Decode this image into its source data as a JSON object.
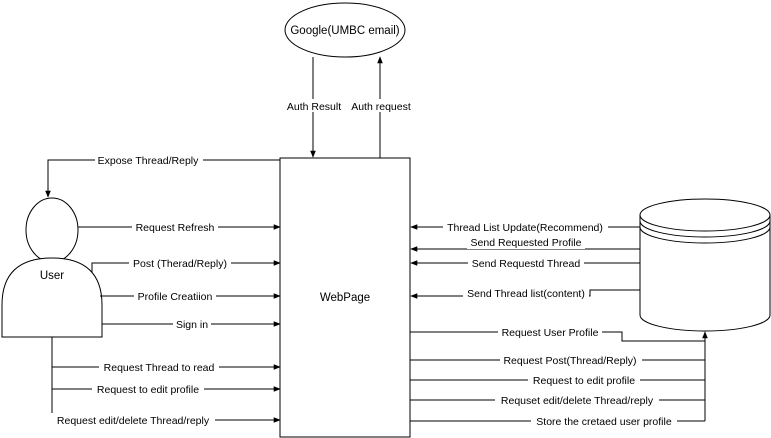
{
  "nodes": {
    "google": "Google(UMBC email)",
    "webpage": "WebPage",
    "user": "User"
  },
  "edges": {
    "auth_result": "Auth Result",
    "auth_request": "Auth request",
    "expose_thread": "Expose Thread/Reply",
    "request_refresh": "Request Refresh",
    "post_thread": "Post (Therad/Reply)",
    "profile_creation": "Profile Creatiion",
    "sign_in": "Sign in",
    "request_thread_read": "Request Thread to read",
    "request_edit_profile_user": "Request to edit profile",
    "request_edit_delete_user": "Request edit/delete Thread/reply",
    "thread_list_update": "Thread List Update(Recommend)",
    "send_requested_profile": "Send Requested Profile",
    "send_requested_thread": "Send Requestd Thread",
    "send_thread_list": "Send Thread list(content)",
    "request_user_profile": "Request User Profile",
    "request_post": "Request Post(Thread/Reply)",
    "request_edit_profile_db": "Request to edit profile",
    "request_edit_delete_db": "Requset edit/delete Thread/reply",
    "store_profile": "Store the cretaed user profile"
  }
}
